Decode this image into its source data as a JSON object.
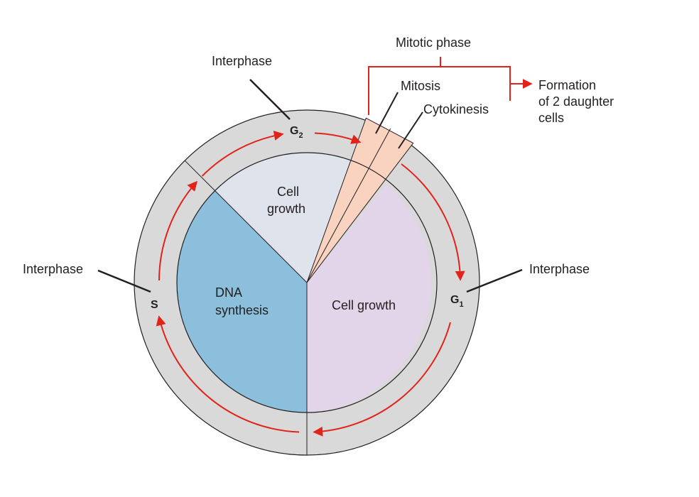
{
  "labels": {
    "mitotic_phase": "Mitotic phase",
    "mitosis": "Mitosis",
    "cytokinesis": "Cytokinesis",
    "formation_line1": "Formation",
    "formation_line2": "of 2 daughter",
    "formation_line3": "cells",
    "interphase_top": "Interphase",
    "interphase_left": "Interphase",
    "interphase_right": "Interphase",
    "g2_letter": "G",
    "g2_sub": "2",
    "g1_letter": "G",
    "g1_sub": "1",
    "s_label": "S",
    "dna_line1": "DNA",
    "dna_line2": "synthesis",
    "cell_growth_top_line1": "Cell",
    "cell_growth_top_line2": "growth",
    "cell_growth_right": "Cell growth"
  },
  "colors": {
    "outer_ring": "#d9d9da",
    "dna_synthesis": "#8bbfdb",
    "cell_growth_g2": "#dfe3ec",
    "cell_growth_g1": "#e3d5e9",
    "mitotic_wedge": "#f9d3c0",
    "arrow": "#e2231a",
    "outline": "#231f20"
  }
}
